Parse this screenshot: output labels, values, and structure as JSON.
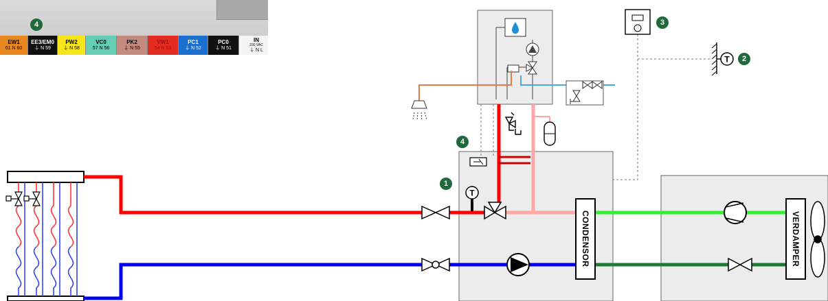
{
  "badges": {
    "b1": "1",
    "b2": "2",
    "b3": "3",
    "b4_photo": "4",
    "b4_schema": "4"
  },
  "units": {
    "condensor": "CONDENSOR",
    "verdamper": "VERDAMPER"
  },
  "sensor_symbol": "T",
  "terminals": [
    {
      "name": "EW1",
      "pins": "61 N 60",
      "bg": "#e8871e",
      "fg": "#000000"
    },
    {
      "name": "EE3/EM0",
      "pins": "⏚ N 59",
      "bg": "#111111",
      "fg": "#ffffff"
    },
    {
      "name": "PW2",
      "pins": "⏚ N 58",
      "bg": "#f6e51a",
      "fg": "#000000"
    },
    {
      "name": "VC0",
      "pins": "57 N 56",
      "bg": "#66cdb5",
      "fg": "#000000"
    },
    {
      "name": "PK2",
      "pins": "⏚ N 55",
      "bg": "#c48a80",
      "fg": "#000000"
    },
    {
      "name": "VW1",
      "pins": "54 N 53",
      "bg": "#e32b1f",
      "fg": "#a01010"
    },
    {
      "name": "PC1",
      "pins": "⏚ N 52",
      "bg": "#1b6fd0",
      "fg": "#ffffff"
    },
    {
      "name": "PC0",
      "pins": "⏚ N 51",
      "bg": "#111111",
      "fg": "#ffffff"
    },
    {
      "name": "IN",
      "pins": "⏚ N L",
      "extra": "230 VAC",
      "bg": "#f4f4f4",
      "fg": "#000000"
    }
  ],
  "colors": {
    "supply": "#ff0000",
    "return": "#0000ee",
    "hot_return": "#ffa6a6",
    "refrigerant_hot": "#33ee33",
    "refrigerant_cold": "#1f7a35",
    "tap_hot": "#e87a4a",
    "tap_cold": "#4aa6e6",
    "box_fill": "#ececec",
    "badge": "#1e6a3b"
  }
}
